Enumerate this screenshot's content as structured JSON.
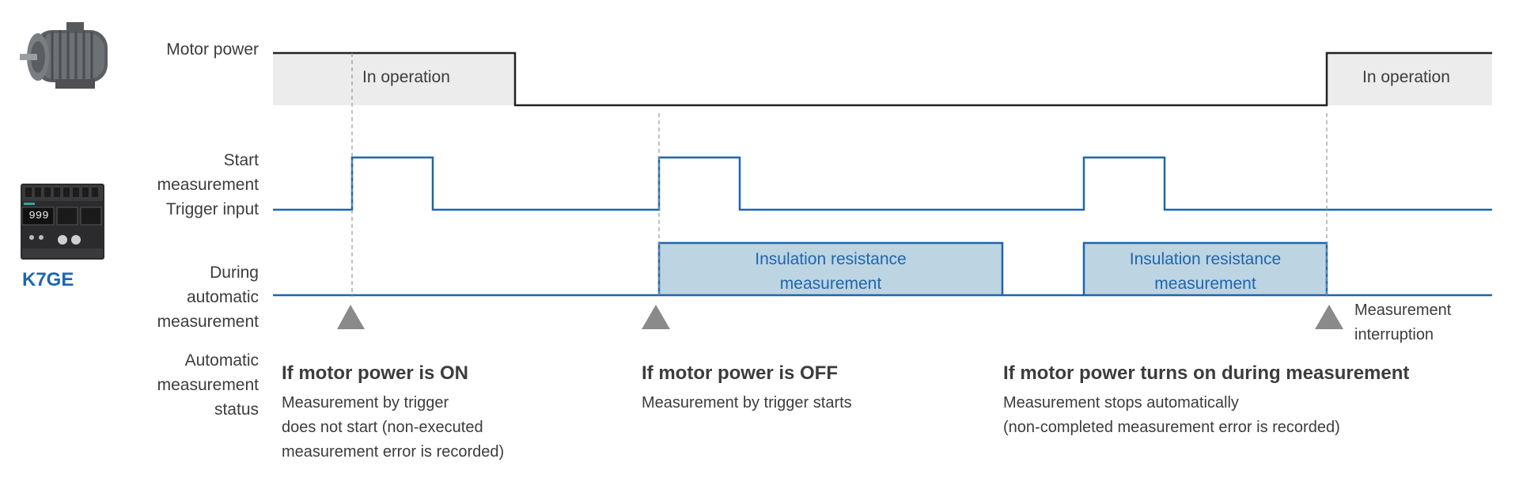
{
  "labels": {
    "motor_power": "Motor power",
    "trigger": [
      "Start",
      "measurement",
      "Trigger input"
    ],
    "during": [
      "During",
      "automatic",
      "measurement"
    ],
    "status": [
      "Automatic",
      "measurement",
      "status"
    ]
  },
  "device_brand": "K7GE",
  "device_display": "999",
  "operation_label": "In operation",
  "measurement_box": [
    "Insulation resistance",
    "measurement"
  ],
  "interruption_note": [
    "Measurement",
    "interruption"
  ],
  "cases": [
    {
      "title": "If motor power is ON",
      "desc": [
        "Measurement by trigger",
        "does not start (non-executed",
        "measurement error is recorded)"
      ]
    },
    {
      "title": "If motor power is OFF",
      "desc": [
        "Measurement by trigger starts"
      ]
    },
    {
      "title": "If motor power turns on during measurement",
      "desc": [
        "Measurement stops automatically",
        "(non-completed measurement error is recorded)"
      ]
    }
  ],
  "colors": {
    "signal_blue": "#1d66b0",
    "box_fill": "#bdd4e2",
    "op_fill": "#ececec",
    "marker_gray": "#8a8a8a",
    "text": "#3c3c3c"
  },
  "icons": {
    "motor": "electric-motor-icon",
    "device": "k7ge-device-icon",
    "marker": "triangle-marker-icon"
  }
}
